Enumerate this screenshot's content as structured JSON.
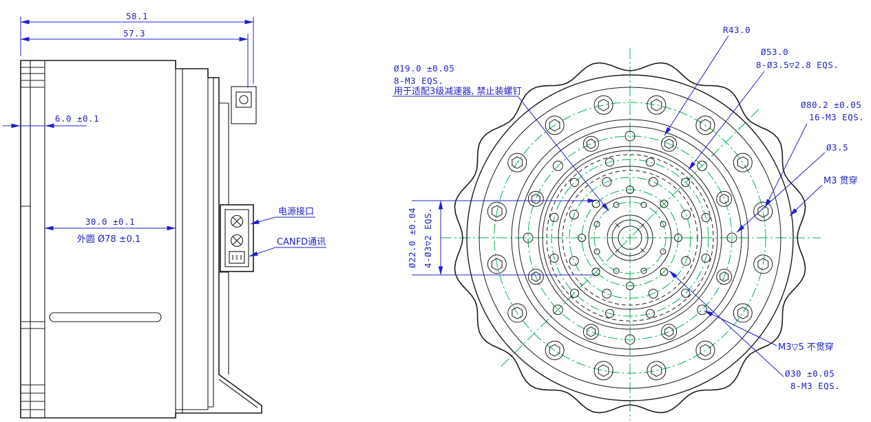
{
  "side_view": {
    "dim_total_width": "58.1",
    "dim_body_width": "57.3",
    "dim_fin_depth": "6.0 ±0.1",
    "dim_pilot": "30.0 ±0.1",
    "dim_outer_dia": "外圆 Ø78 ±0.1",
    "label_power": "电源接口",
    "label_canfd": "CANFD通讯"
  },
  "front_view": {
    "radius_callout": "R43.0",
    "d53": {
      "l1": "Ø53.0",
      "l2": "8-Ø3.5▽2.8 EQS."
    },
    "d19": {
      "l1": "Ø19.0 ±0.05",
      "l2": "8-M3 EQS.",
      "l3": "用于适配3级减速器, 禁止装螺钉"
    },
    "d80": {
      "l1": "Ø80.2 ±0.05",
      "l2": "16-M3 EQS."
    },
    "d35": "Ø3.5",
    "m3_through": "M3 贯穿",
    "d22": {
      "l1": "Ø22.0 ±0.04",
      "l2": "4-Ø3▽2 EQS."
    },
    "m3_blind": "M3▽5 不贯穿",
    "d30": {
      "l1": "Ø30 ±0.05",
      "l2": "8-M3 EQS."
    }
  },
  "colors": {
    "line": "#1a1a1a",
    "dimension": "#2020cc",
    "centerline": "#00b050"
  }
}
